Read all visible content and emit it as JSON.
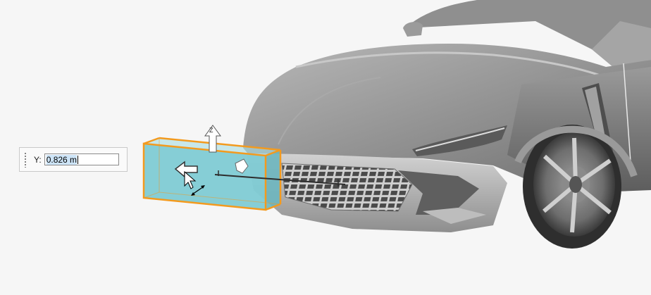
{
  "viewport": {
    "background": "#f6f6f6",
    "accent_selection": "#f39a1e",
    "box_fill": "#7fcbd4"
  },
  "coordinate_panel": {
    "axis_label": "Y:",
    "value": "0.826 m"
  },
  "gizmo": {
    "z_axis_label": "Z"
  },
  "icons": {
    "grip": "vertical-dots-grip-icon",
    "cursor": "arrow-cursor-icon",
    "resize": "diagonal-resize-icon",
    "move_arrow": "move-arrow-icon"
  }
}
